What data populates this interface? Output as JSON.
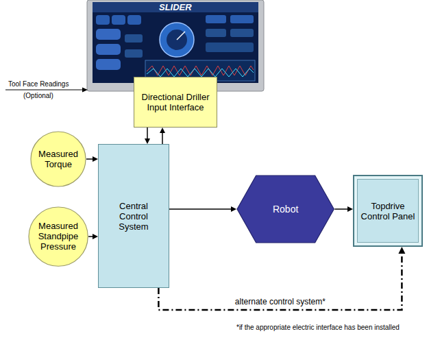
{
  "diagram": {
    "nodes": [
      {
        "text": [
          "Directional Driller Input Interface"
        ]
      },
      {
        "text": [
          "Measured Torque"
        ]
      },
      {
        "text": [
          "Measured Standpipe Pressure"
        ]
      },
      {
        "text": [
          "Central Control System"
        ]
      },
      {
        "text": [
          "Robot"
        ]
      },
      {
        "text": [
          "Topdrive Control Panel"
        ]
      }
    ],
    "edges": [
      {
        "from": 0,
        "to": 3,
        "arrow": "to"
      },
      {
        "from": 3,
        "to": 0,
        "arrow": "to"
      },
      {
        "from": 1,
        "to": 3,
        "arrow": "to"
      },
      {
        "from": 2,
        "to": 3,
        "arrow": "to"
      },
      {
        "from": 3,
        "to": 4,
        "arrow": "to"
      },
      {
        "from": 4,
        "to": 5,
        "arrow": "to"
      },
      {
        "from": 3,
        "to": 5,
        "label": "alternate control system*",
        "arrow": "to"
      }
    ],
    "labels": [
      "SLIDER",
      "Tool Face Readings",
      "(Optional)",
      "*if the appropriate electric interface has been installed"
    ]
  }
}
